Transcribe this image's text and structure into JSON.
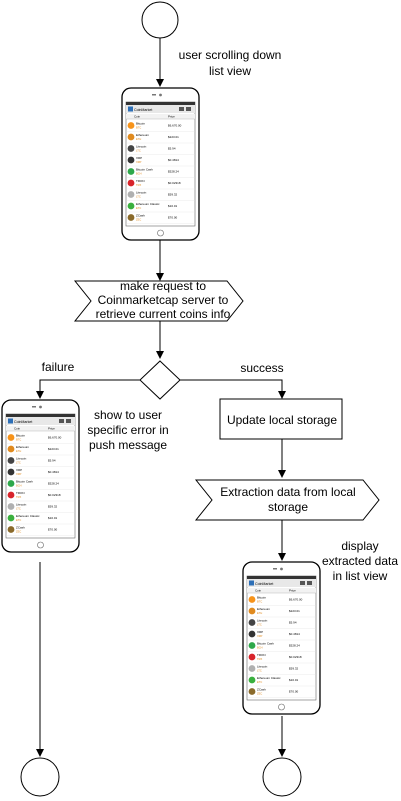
{
  "labels": {
    "scroll_line1": "user scrolling down",
    "scroll_line2": "list view",
    "request_line1": "make request to",
    "request_line2": "Coinmarketcap server to",
    "request_line3": "retrieve current coins info",
    "failure": "failure",
    "success": "success",
    "error_line1": "show to user",
    "error_line2": "specific error in",
    "error_line3": "push message",
    "update": "Update local storage",
    "extract_line1": "Extraction data from local",
    "extract_line2": "storage",
    "display_line1": "display",
    "display_line2": "extracted data",
    "display_line3": "in list view"
  },
  "phone_app": {
    "title": "CoinMarket",
    "col_coin": "Coin",
    "col_price": "Price",
    "coins": [
      {
        "name": "Bitcoin",
        "sym": "BTC",
        "price": "$6,670.00",
        "color": "#f7931a"
      },
      {
        "name": "Ethereum",
        "sym": "ETH",
        "price": "$223.01",
        "color": "#e08a1e"
      },
      {
        "name": "Litecoin",
        "sym": "LTC",
        "price": "$5.94",
        "color": "#444444"
      },
      {
        "name": "XRP",
        "sym": "XRP",
        "price": "$0.4814",
        "color": "#333333"
      },
      {
        "name": "Bitcoin Cash",
        "sym": "BCH",
        "price": "$528.24",
        "color": "#2ea84a"
      },
      {
        "name": "TRON",
        "sym": "TRX",
        "price": "$0.02318",
        "color": "#d8232a"
      },
      {
        "name": "Litecoin",
        "sym": "LTC",
        "price": "$59.32",
        "color": "#b0b0b0"
      },
      {
        "name": "Ethereum Classic",
        "sym": "ETC",
        "price": "$10.01",
        "color": "#3ab03e"
      },
      {
        "name": "ZCash",
        "sym": "ZEC",
        "price": "$70.00",
        "color": "#8a6a2a"
      }
    ]
  }
}
